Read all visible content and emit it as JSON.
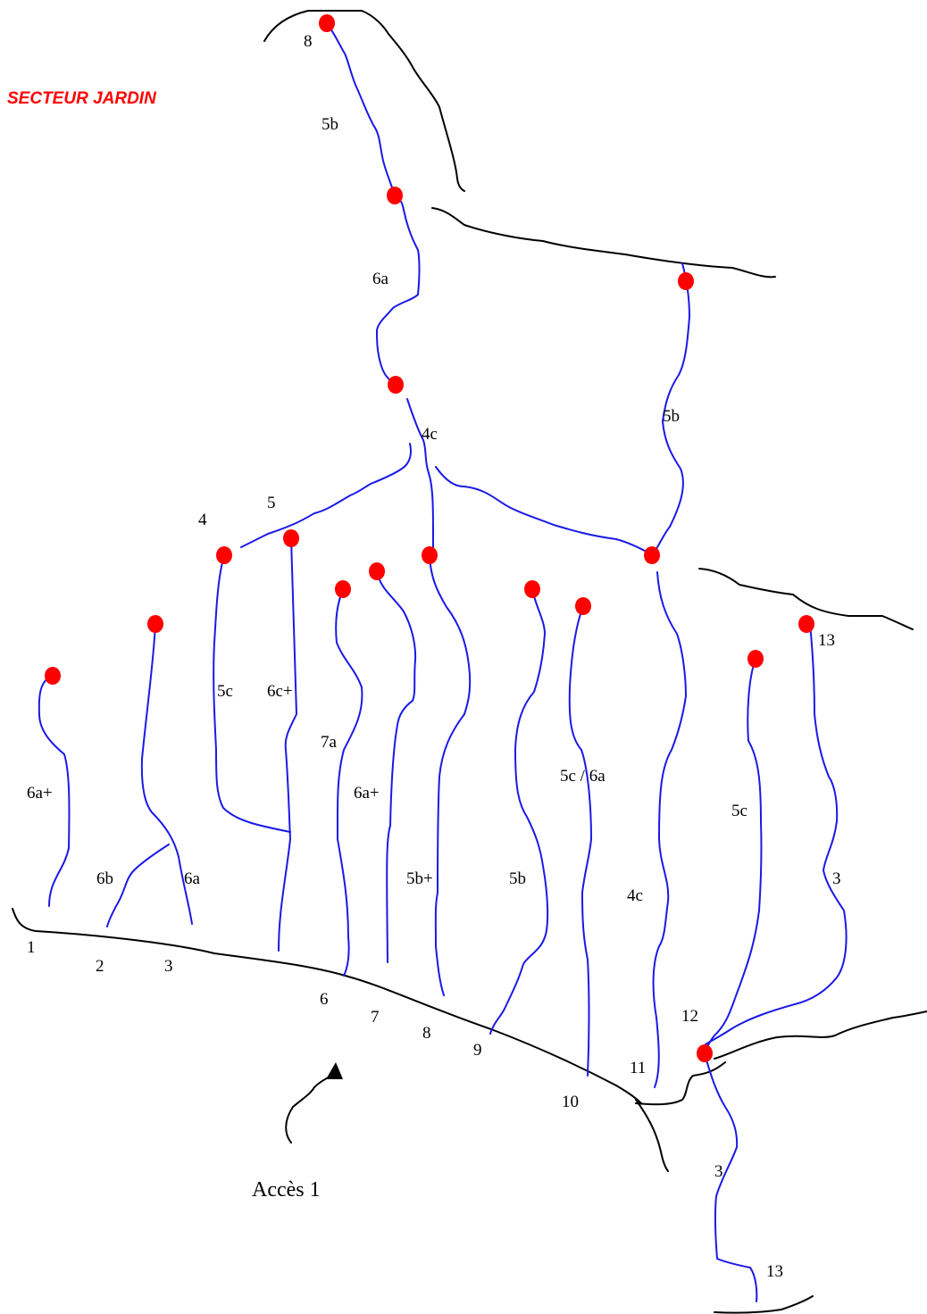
{
  "sector_title": "SECTEUR JARDIN",
  "access_label": "Accès 1",
  "colors": {
    "route": "#1a1ae6",
    "anchor": "#ff0000",
    "rock": "#000000",
    "title": "#ff0000"
  },
  "route_numbers": [
    "1",
    "2",
    "3",
    "4",
    "5",
    "6",
    "7",
    "8",
    "8",
    "9",
    "10",
    "11",
    "12",
    "13",
    "13"
  ],
  "grades": [
    "6a+",
    "6b",
    "6a",
    "5c",
    "6c+",
    "7a",
    "6a+",
    "5b+",
    "5b",
    "5c / 6a",
    "4c",
    "5c",
    "3",
    "3",
    "4c",
    "5b",
    "6a",
    "5b"
  ]
}
